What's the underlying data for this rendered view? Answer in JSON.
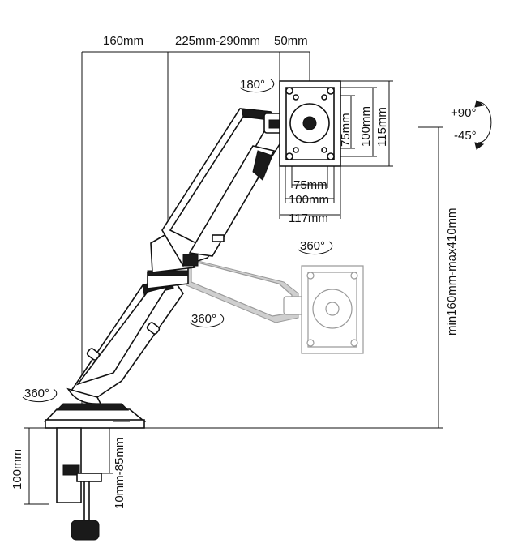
{
  "dimensions": {
    "top_reach_1": "160mm",
    "top_reach_2": "225mm-290mm",
    "top_reach_3": "50mm",
    "vesa_75_vertical": "75mm",
    "vesa_100_vertical": "100mm",
    "plate_115_vertical": "115mm",
    "vesa_75_horizontal": "75mm",
    "vesa_100_horizontal": "100mm",
    "plate_117_horizontal": "117mm",
    "height_range": "min160mm-max410mm",
    "clamp_height": "100mm",
    "desk_thickness": "10mm-85mm"
  },
  "rotations": {
    "plate_rotation": "180°",
    "tilt_up": "+90°",
    "tilt_down": "-45°",
    "swivel_head": "360°",
    "swivel_elbow": "360°",
    "swivel_base": "360°"
  },
  "colors": {
    "line": "#111111",
    "ghost": "#9a9a9a",
    "fill_dark": "#1a1a1a"
  }
}
